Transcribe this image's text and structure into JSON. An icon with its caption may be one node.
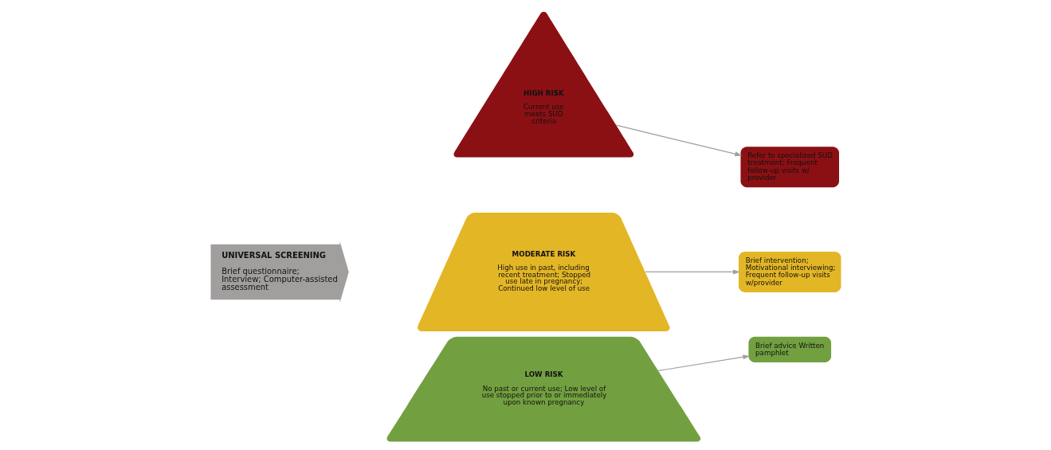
{
  "diagram": {
    "nodes": [
      {
        "text": [
          "UNIVERSAL SCREENING",
          "Brief questionnaire; Interview; Computer-assisted assessment"
        ]
      },
      {
        "text": [
          "HIGH RISK",
          "Current use meets SUD criteria"
        ]
      },
      {
        "text": [
          "MODERATE RISK",
          "High use in past, including recent treatment; Stopped use late in pregnancy; Continued low level of use"
        ]
      },
      {
        "text": [
          "LOW RISK",
          "No past or current use; Low level of use stopped prior to or immediately upon known pregnancy"
        ]
      },
      {
        "text": [
          "Refer to specialized SUD treatment; Frequent follow-up visits w/ provider"
        ]
      },
      {
        "text": [
          "Brief intervention; Motivational interviewing; Frequent follow-up visits w/provider"
        ]
      },
      {
        "text": [
          "Brief advice Written pamphlet"
        ]
      }
    ],
    "edges": [
      {
        "from": 1,
        "to": 4,
        "arrow": "to"
      },
      {
        "from": 2,
        "to": 5,
        "arrow": "to"
      },
      {
        "from": 3,
        "to": 6,
        "arrow": "to"
      }
    ]
  }
}
